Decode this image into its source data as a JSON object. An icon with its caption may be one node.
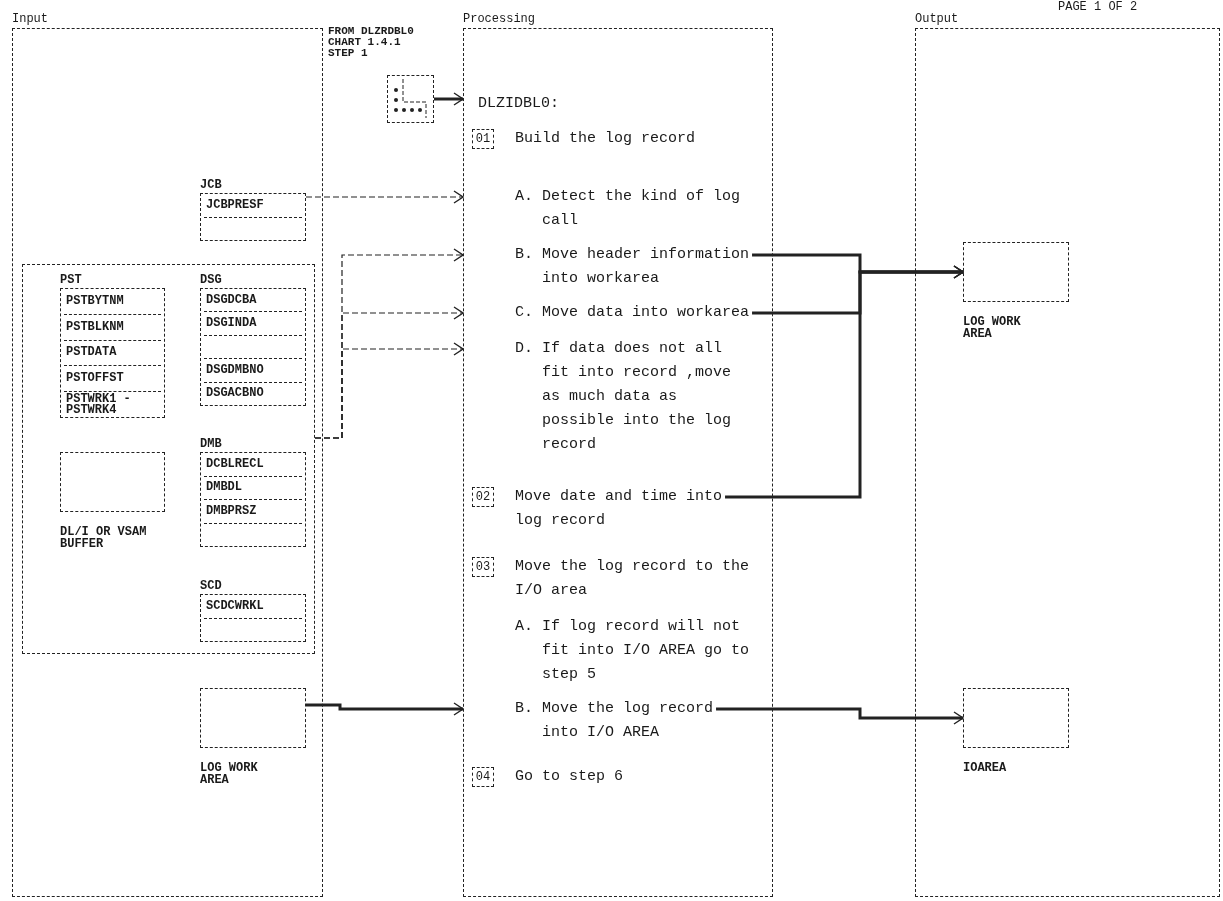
{
  "diagram": {
    "nodes": [
      {
        "text": [
          "Input"
        ]
      },
      {
        "text": [
          "Processing"
        ]
      },
      {
        "text": [
          "Output"
        ]
      },
      {
        "text": [],
        "shape": "box",
        "in": 0
      },
      {
        "text": [
          "JCB",
          "JCBPRESF"
        ],
        "in": 0
      },
      {
        "text": [
          "PST",
          "PSTBYTNM",
          "PSTBLKNM",
          "PSTDATA",
          "PSTOFFST",
          "PSTWRK1 - PSTWRK4"
        ],
        "in": 3
      },
      {
        "text": [
          "DSG",
          "DSGDCBA",
          "DSGINDA",
          "DSGDMBNO",
          "DSGACBNO"
        ],
        "in": 3
      },
      {
        "text": [
          "DL/I OR VSAM BUFFER"
        ],
        "in": 3
      },
      {
        "text": [
          "DMB",
          "DCBLRECL",
          "DMBDL",
          "DMBPRSZ"
        ],
        "in": 3
      },
      {
        "text": [
          "SCD",
          "SCDCWRKL"
        ],
        "in": 3
      },
      {
        "text": [
          "LOG WORK AREA"
        ],
        "in": 0
      },
      {
        "text": [],
        "shape": "box",
        "beside": [
          "FROM DLZRDBL0 CHART 1.4.1 STEP 1"
        ]
      },
      {
        "text": [
          "DLZIDBL0:"
        ],
        "in": 1
      },
      {
        "text": [
          "01",
          "Build the log record"
        ],
        "in": 1
      },
      {
        "text": [
          "A. Detect the kind of log call"
        ],
        "in": 1
      },
      {
        "text": [
          "B. Move header information into workarea"
        ],
        "in": 1
      },
      {
        "text": [
          "C. Move data into workarea"
        ],
        "in": 1
      },
      {
        "text": [
          "D. If data does not all fit into record ,move as much data as possible into the log record"
        ],
        "in": 1
      },
      {
        "text": [
          "02",
          "Move date and time into log record"
        ],
        "in": 1
      },
      {
        "text": [
          "03",
          "Move the log record to the I/O area"
        ],
        "in": 1
      },
      {
        "text": [
          "A. If log record will not fit into I/O AREA go to step 5"
        ],
        "in": 1
      },
      {
        "text": [
          "B. Move the log record into I/O AREA"
        ],
        "in": 1
      },
      {
        "text": [
          "04",
          "Go to step 6"
        ],
        "in": 1
      },
      {
        "text": [
          "LOG WORK AREA"
        ],
        "in": 2
      },
      {
        "text": [
          "IOAREA"
        ],
        "in": 2
      }
    ],
    "edges": [
      {
        "from": 11,
        "to": 12,
        "arrow": "to"
      },
      {
        "from": 4,
        "to": 14,
        "arrow": "to",
        "style": "dashed"
      },
      {
        "from": 3,
        "to": 15,
        "arrow": "to",
        "style": "dashed"
      },
      {
        "from": 3,
        "to": 16,
        "arrow": "to",
        "style": "dashed"
      },
      {
        "from": 3,
        "to": 17,
        "arrow": "to",
        "style": "dashed"
      },
      {
        "from": 15,
        "to": 23,
        "arrow": "to"
      },
      {
        "from": 16,
        "to": 23,
        "arrow": "to"
      },
      {
        "from": 18,
        "to": 23,
        "arrow": "to"
      },
      {
        "from": 10,
        "to": 21,
        "arrow": "to"
      },
      {
        "from": 21,
        "to": 24,
        "arrow": "to"
      }
    ],
    "labels": [
      "PAGE 1 OF 2"
    ]
  }
}
